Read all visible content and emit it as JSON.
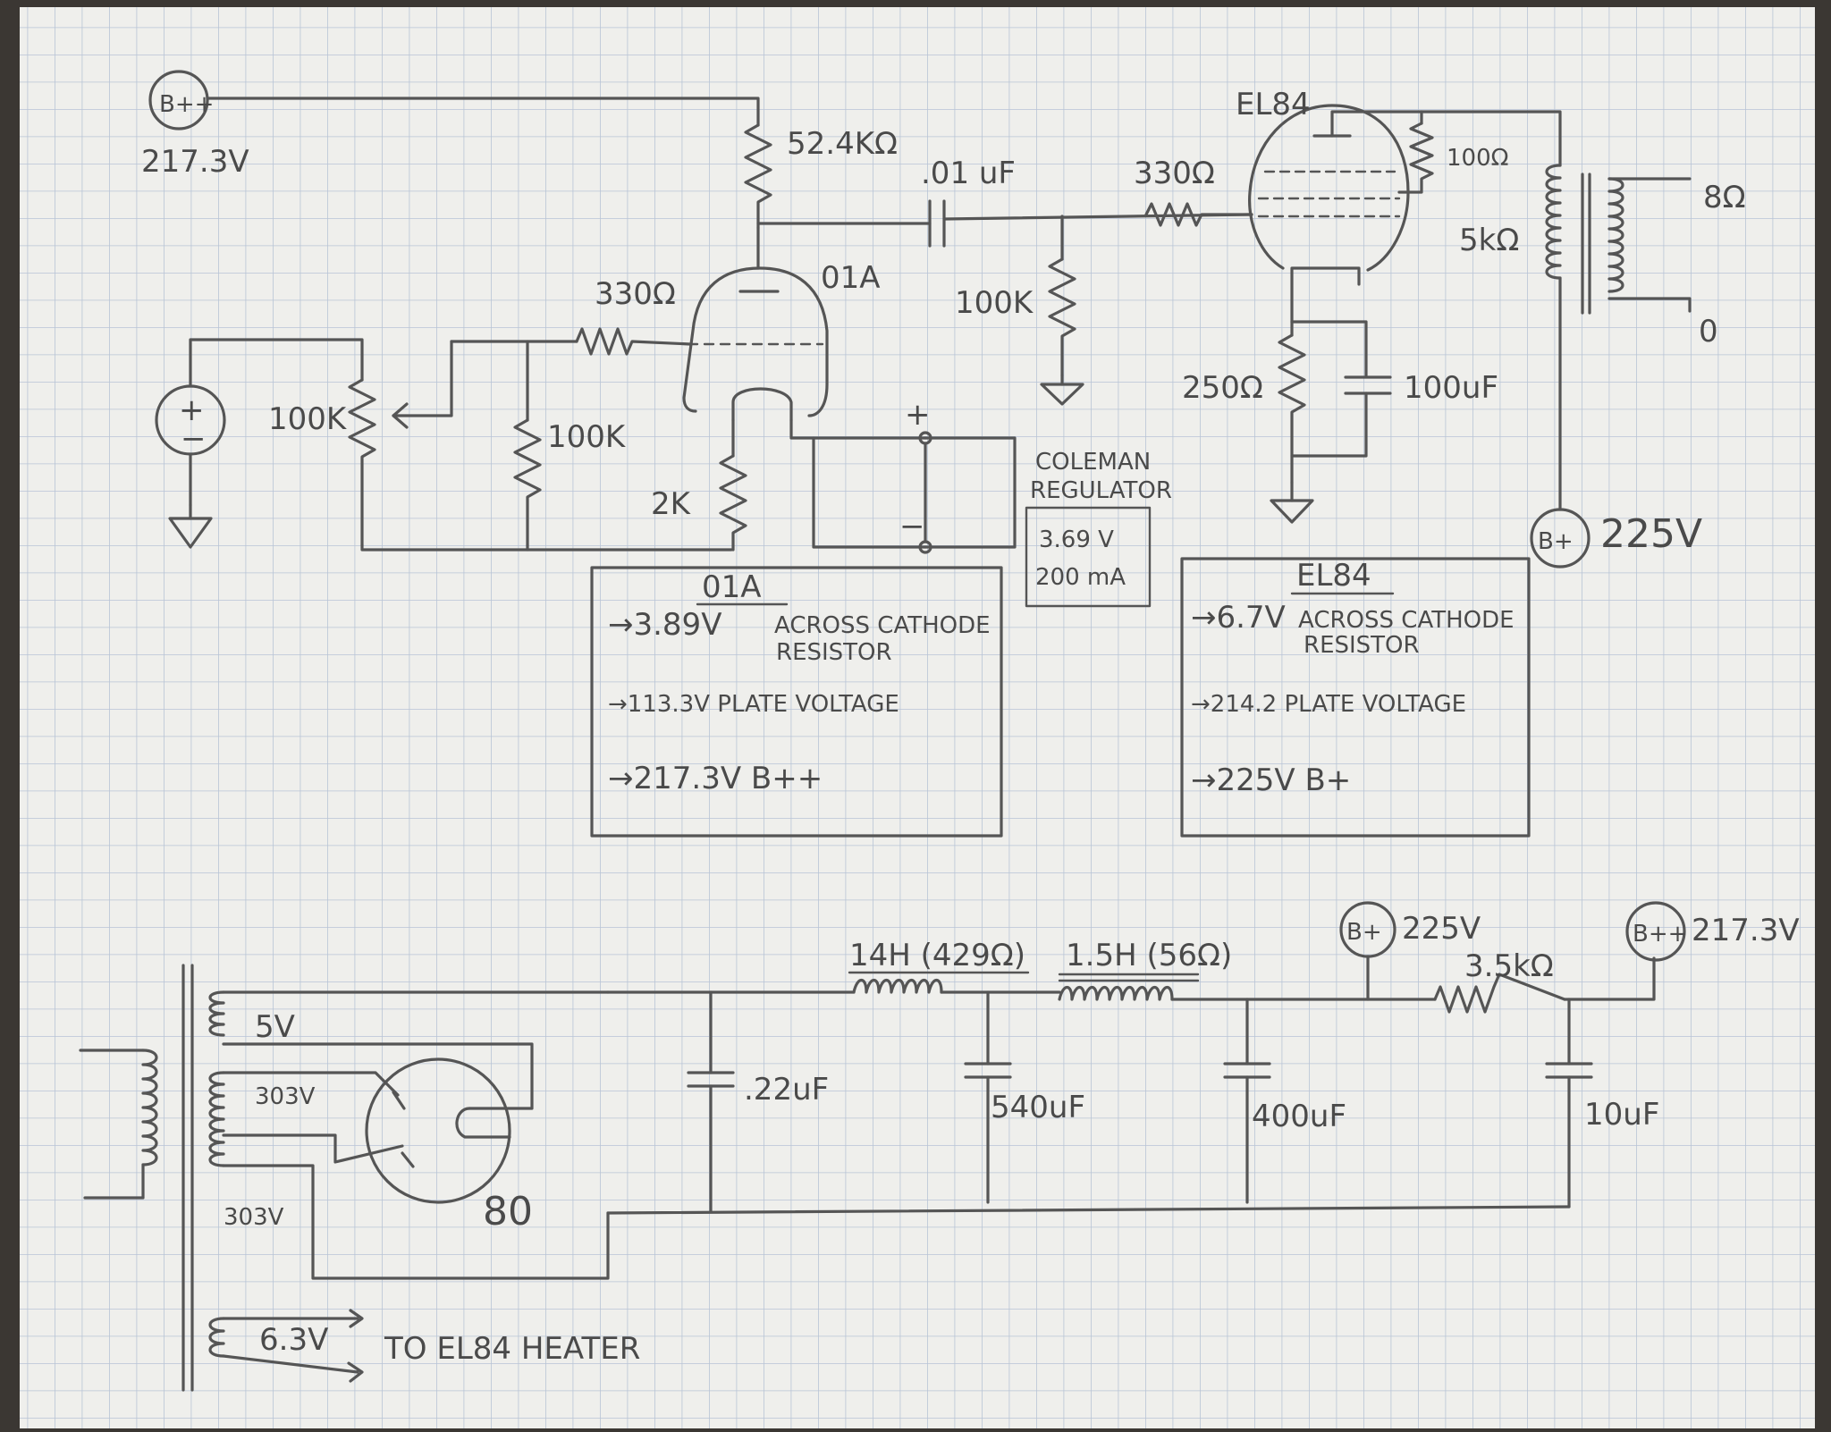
{
  "labels": {
    "bpp_tag": "B++",
    "bpp_volt_left": "217.3V",
    "r_plate": "52.4KΩ",
    "c_coupling": ".01 uF",
    "tube_01a": "01A",
    "r_grid_01a": "330Ω",
    "r_grid_el84": "330Ω",
    "tube_el84": "EL84",
    "r_screen": "100Ω",
    "xfmr_primary": "5kΩ",
    "xfmr_secondary": "8Ω",
    "xfmr_secondary_zero": "0",
    "r_grid_leak": "100K",
    "r_pot": "100K",
    "r_bias": "100K",
    "r_cathode_01a": "2K",
    "r_cathode_el84": "250Ω",
    "c_cathode_el84": "100uF",
    "bp_tag": "B+",
    "bp_volt": "225V",
    "regulator_name_line1": "COLEMAN",
    "regulator_name_line2": "REGULATOR",
    "regulator_volt": "3.69 V",
    "regulator_current": "200 mA",
    "plus_sign": "+",
    "minus_sign": "−"
  },
  "box_01a": {
    "title": "01A",
    "line1a": "→3.89V",
    "line1b": "ACROSS CATHODE",
    "line1c": "RESISTOR",
    "line2": "→113.3V  PLATE VOLTAGE",
    "line3": "→217.3V  B++"
  },
  "box_el84": {
    "title": "EL84",
    "line1a": "→6.7V",
    "line1b": "ACROSS CATHODE",
    "line1c": "RESISTOR",
    "line2": "→214.2 PLATE VOLTAGE",
    "line3": "→225V  B+"
  },
  "psu": {
    "tap_5v": "5V",
    "tap_303_top": "303V",
    "tap_303_bottom": "303V",
    "rectifier": "80",
    "c1": ".22uF",
    "choke1": "14H (429Ω)",
    "c2": "540uF",
    "choke2": "1.5H (56Ω)",
    "c3": "400uF",
    "bp_tag": "B+",
    "bp_volt": "225V",
    "r_drop": "3.5kΩ",
    "bpp_tag": "B++",
    "bpp_volt": "217.3V",
    "c4": "10uF",
    "heater_volt": "6.3V",
    "heater_note": "TO EL84 HEATER"
  },
  "colors": {
    "paper": "#f1f1ee",
    "grid": "#b7c3d4",
    "pencil": "#555555"
  }
}
